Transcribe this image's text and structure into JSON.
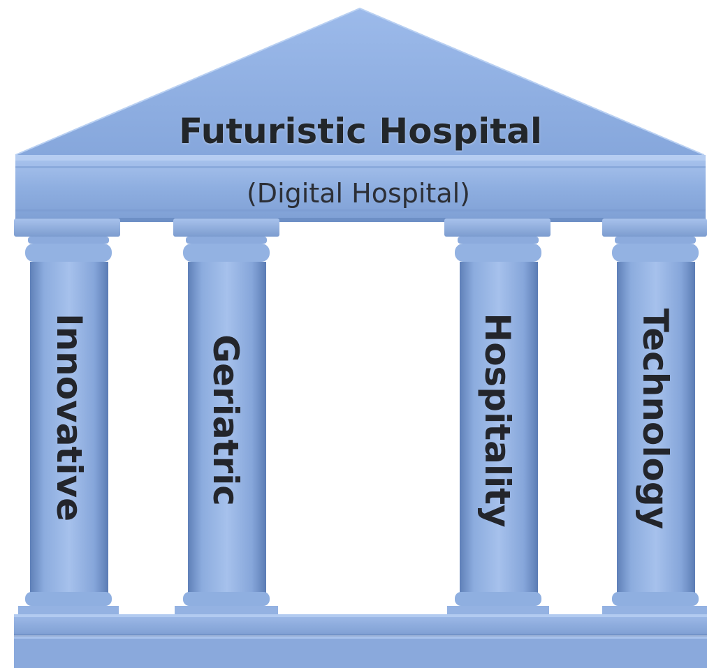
{
  "diagram": {
    "title": "Futuristic Hospital",
    "subtitle": "(Digital Hospital)",
    "pillars": [
      {
        "label": "Innovative"
      },
      {
        "label": "Geriatric"
      },
      {
        "label": "Hospitality"
      },
      {
        "label": "Technology"
      }
    ]
  },
  "colors": {
    "stone": "#8faee0",
    "stone_light": "#a9c3ec",
    "stone_dark": "#6f90c6",
    "text": "#23252b"
  }
}
